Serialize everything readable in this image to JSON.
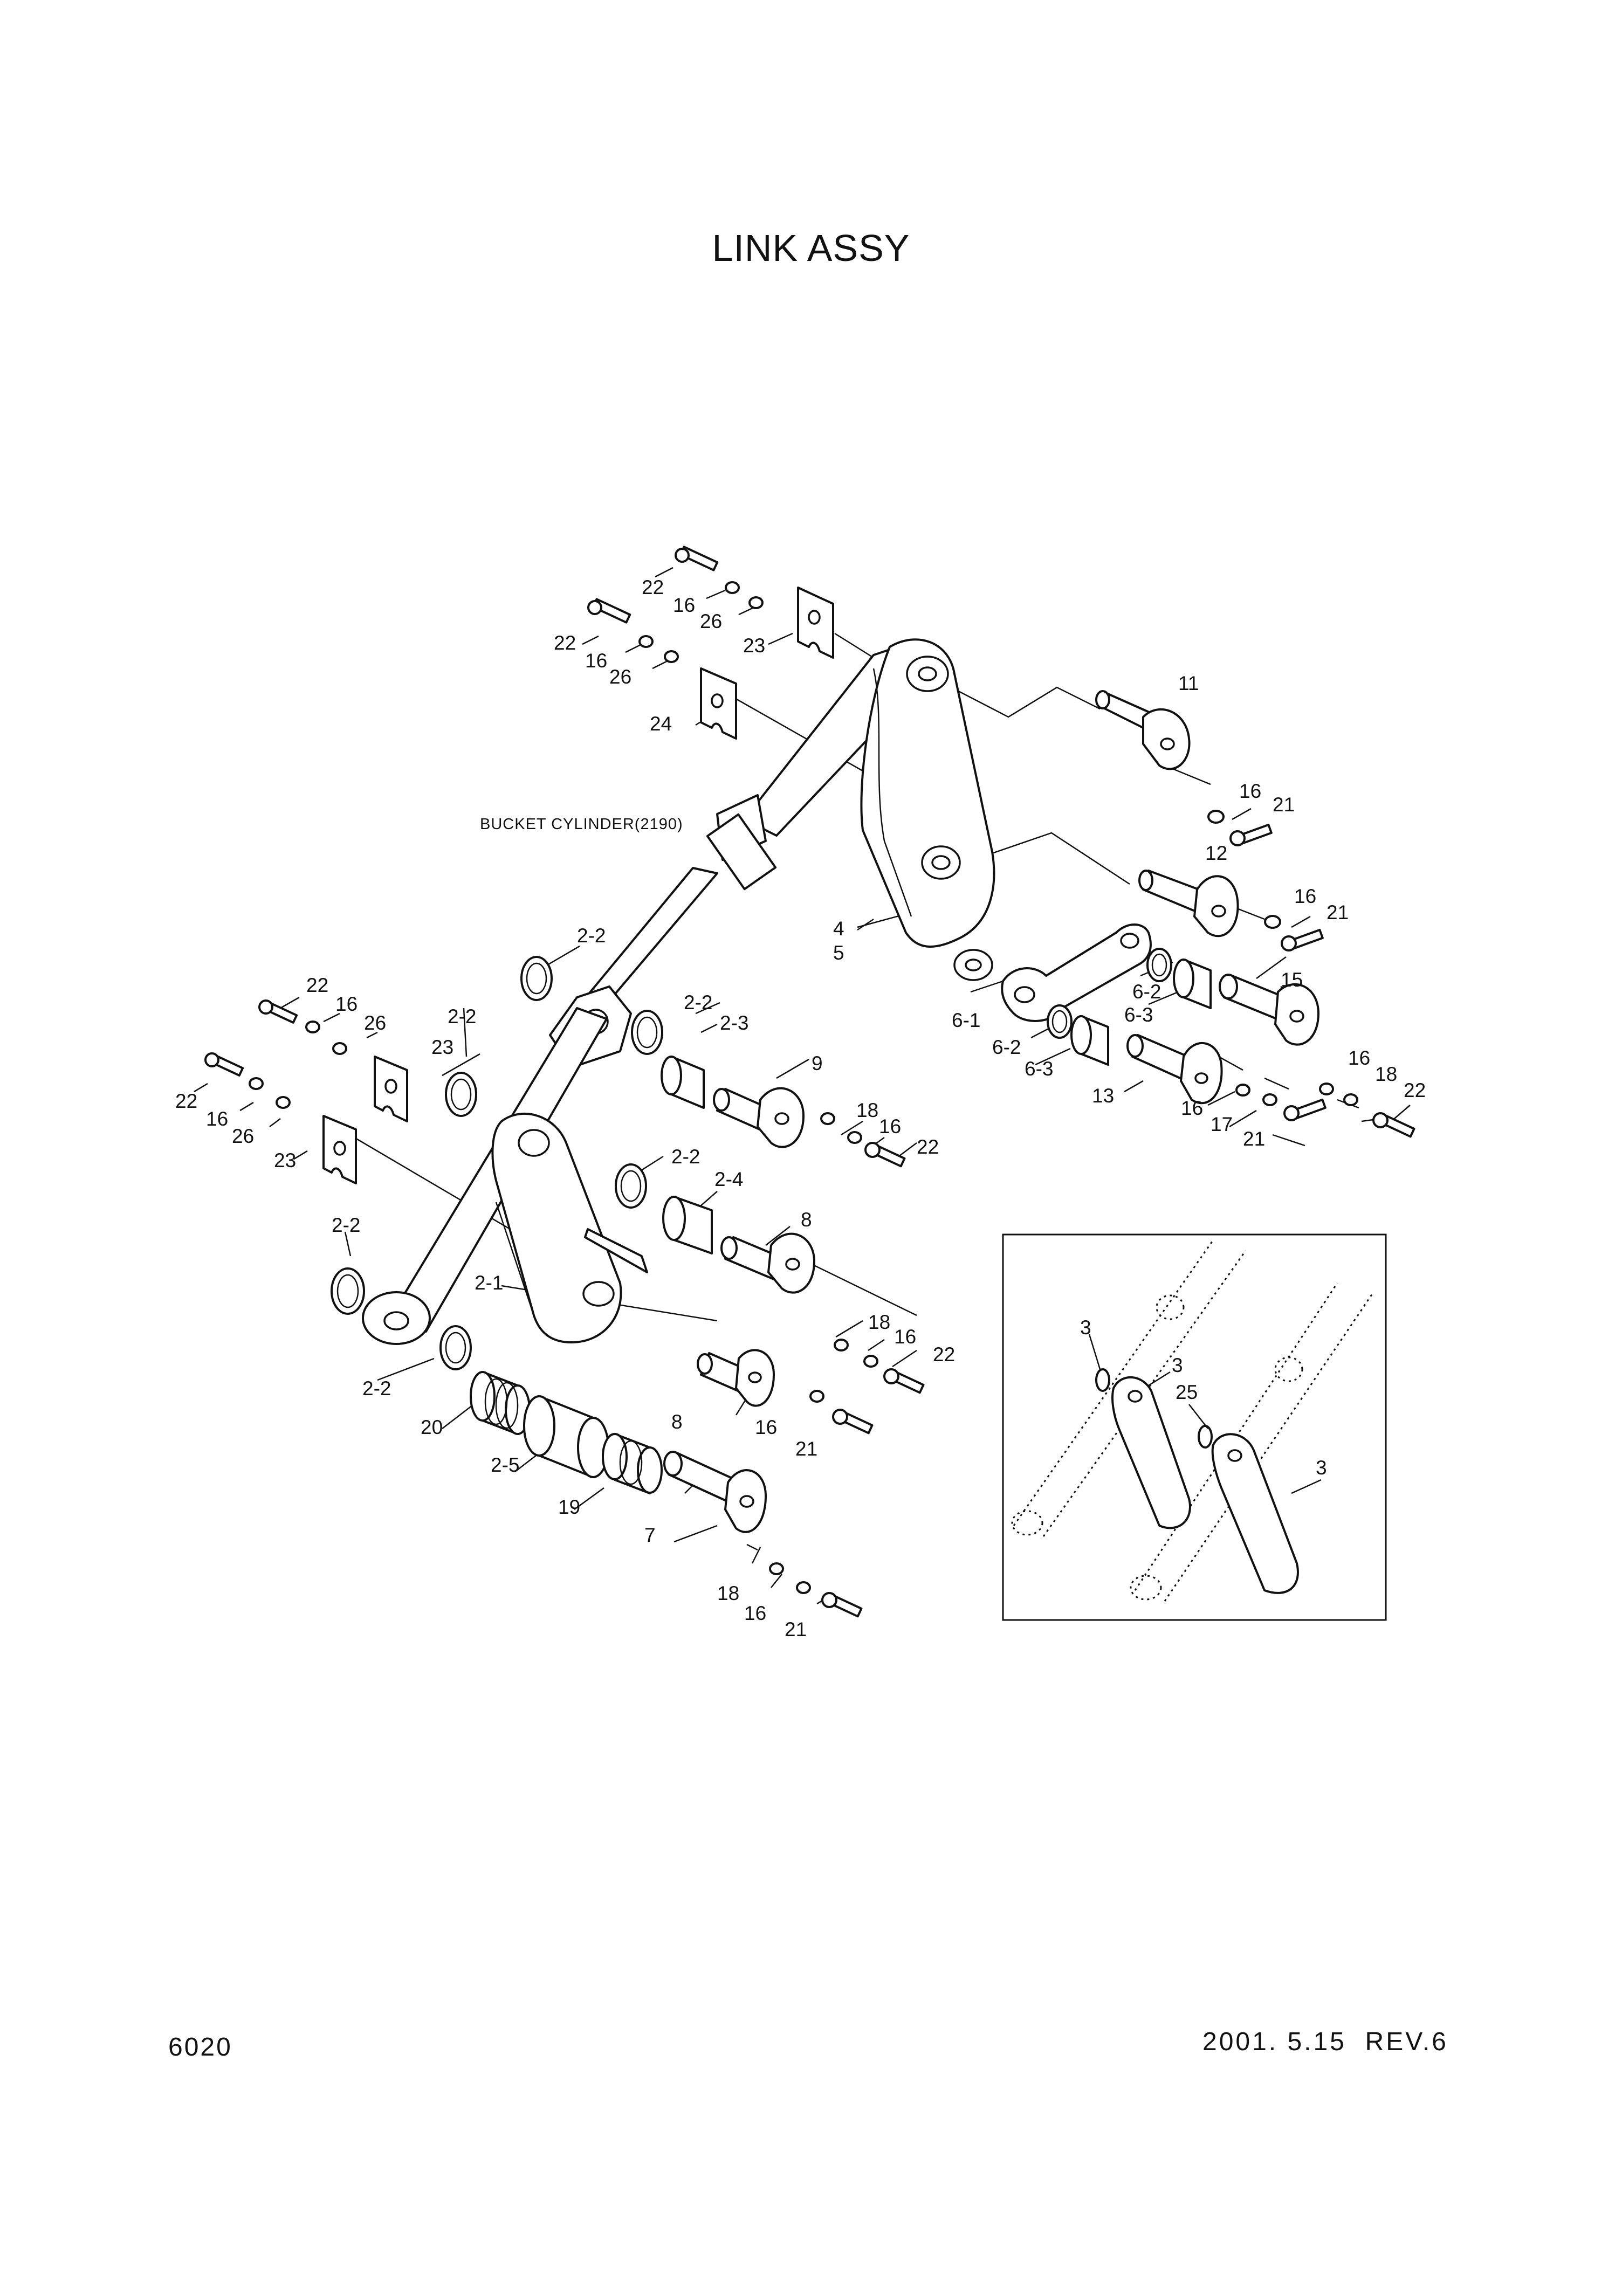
{
  "title": "LINK ASSY",
  "page_number": "6020",
  "revision": "2001. 5.15  REV.6",
  "callout": "BUCKET CYLINDER(2190)",
  "labels": {
    "l22": "22",
    "l16": "16",
    "l26": "26",
    "l23": "23",
    "l24": "24",
    "l11": "11",
    "l21": "21",
    "l12": "12",
    "l4": "4",
    "l5": "5",
    "l15": "15",
    "l13": "13",
    "l17": "17",
    "l18": "18",
    "l6_1": "6-1",
    "l6_2": "6-2",
    "l6_3": "6-3",
    "l2_1": "2-1",
    "l2_2": "2-2",
    "l2_3": "2-3",
    "l2_4": "2-4",
    "l2_5": "2-5",
    "l9": "9",
    "l8": "8",
    "l7": "7",
    "l19": "19",
    "l20": "20",
    "l3": "3",
    "l25": "25"
  }
}
